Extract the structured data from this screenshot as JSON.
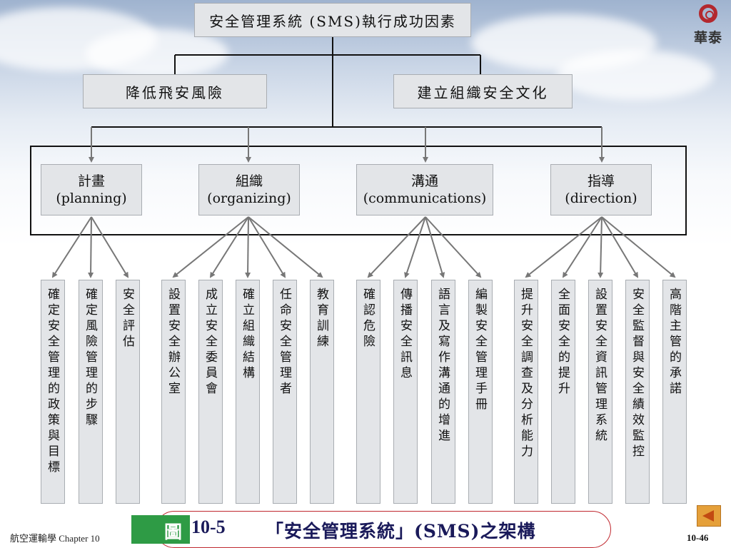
{
  "root": "安全管理系統 (SMS)執行成功因素",
  "level1": [
    "降低飛安風險",
    "建立組織安全文化"
  ],
  "categories": [
    {
      "zh": "計畫",
      "en": "(planning)"
    },
    {
      "zh": "組織",
      "en": "(organizing)"
    },
    {
      "zh": "溝通",
      "en": "(communications)"
    },
    {
      "zh": "指導",
      "en": "(direction)"
    }
  ],
  "leaves": [
    "確定安全管理的政策與目標",
    "確定風險管理的步驟",
    "安全評估",
    "設置安全辦公室",
    "成立安全委員會",
    "確立組織結構",
    "任命安全管理者",
    "教育訓練",
    "確認危險",
    "傳播安全訊息",
    "語言及寫作溝通的增進",
    "編製安全管理手冊",
    "提升安全調查及分析能力",
    "全面安全的提升",
    "設置安全資訊管理系統",
    "安全監督與安全績效監控",
    "高階主管的承諾"
  ],
  "logo_text": "華泰",
  "footer": {
    "course": "航空運輸學 Chapter 10",
    "figure_label": "圖",
    "figure_number": "10-5",
    "figure_title": "「安全管理系統」(SMS)之架構",
    "page": "10-46"
  },
  "colors": {
    "box_fill": "#e3e5e8",
    "connector": "#777777",
    "caption_border": "#c0282f",
    "caption_tab": "#2e9b45"
  }
}
